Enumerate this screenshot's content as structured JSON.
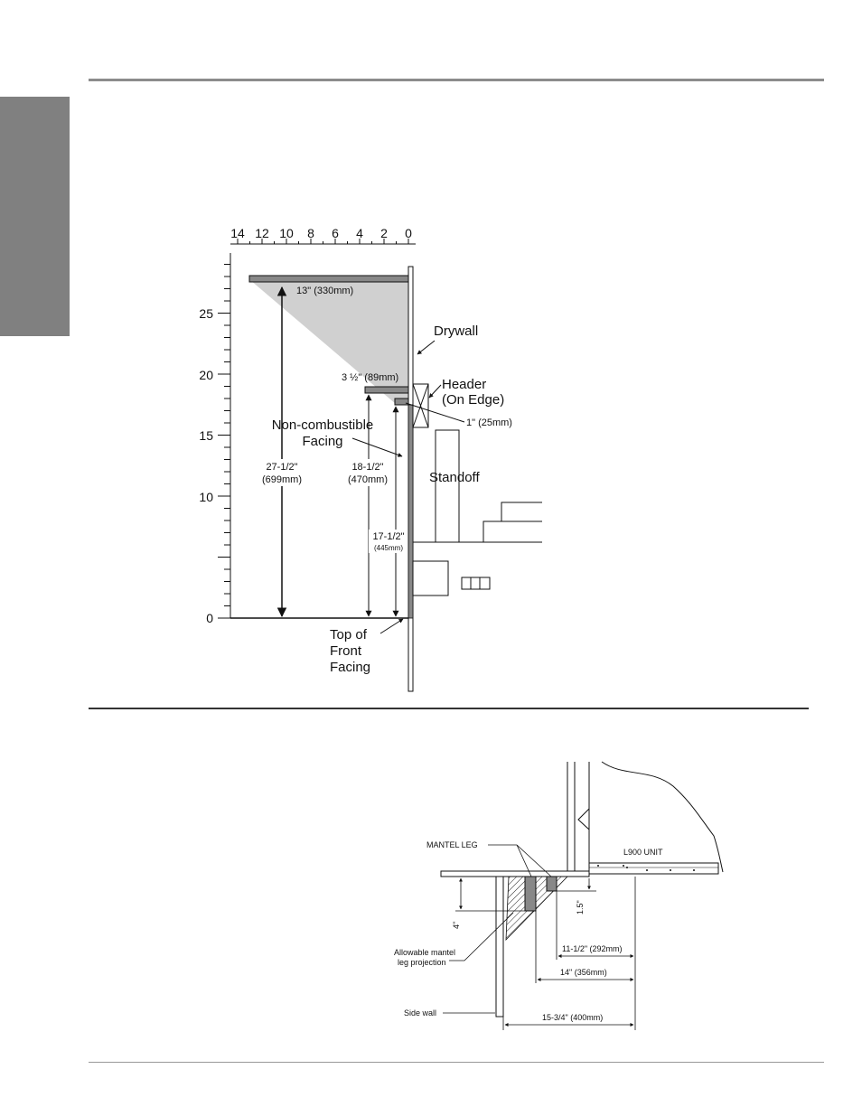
{
  "diagram1": {
    "top_scale": [
      "14",
      "12",
      "10",
      "8",
      "6",
      "4",
      "2",
      "0"
    ],
    "left_scale": [
      "25",
      "20",
      "15",
      "10",
      "0"
    ],
    "labels": {
      "drywall": "Drywall",
      "header_line1": "Header",
      "header_line2": "(On Edge)",
      "noncomb_line1": "Non-combustible",
      "noncomb_line2": "Facing",
      "standoff": "Standoff",
      "top_front_line1": "Top of",
      "top_front_line2": "Front",
      "top_front_line3": "Facing"
    },
    "dims": {
      "d13": "13\" (330mm)",
      "d3half": "3 ½\" (89mm)",
      "d1": "1\" (25mm)",
      "h27_a": "27-1/2\"",
      "h27_b": "(699mm)",
      "h18_a": "18-1/2\"",
      "h18_b": "(470mm)",
      "h17_a": "17-1/2\"",
      "h17_b": "(445mm)"
    }
  },
  "diagram2": {
    "labels": {
      "mantel_leg": "MANTEL LEG",
      "unit": "L900 UNIT",
      "allowable_line1": "Allowable mantel",
      "allowable_line2": "leg projection",
      "side_wall": "Side wall"
    },
    "dims": {
      "d4": "4\"",
      "d15": "1.5\"",
      "d1112": "11-1/2\" (292mm)",
      "d14": "14\" (356mm)",
      "d1534": "15-3/4\" (400mm)"
    }
  }
}
